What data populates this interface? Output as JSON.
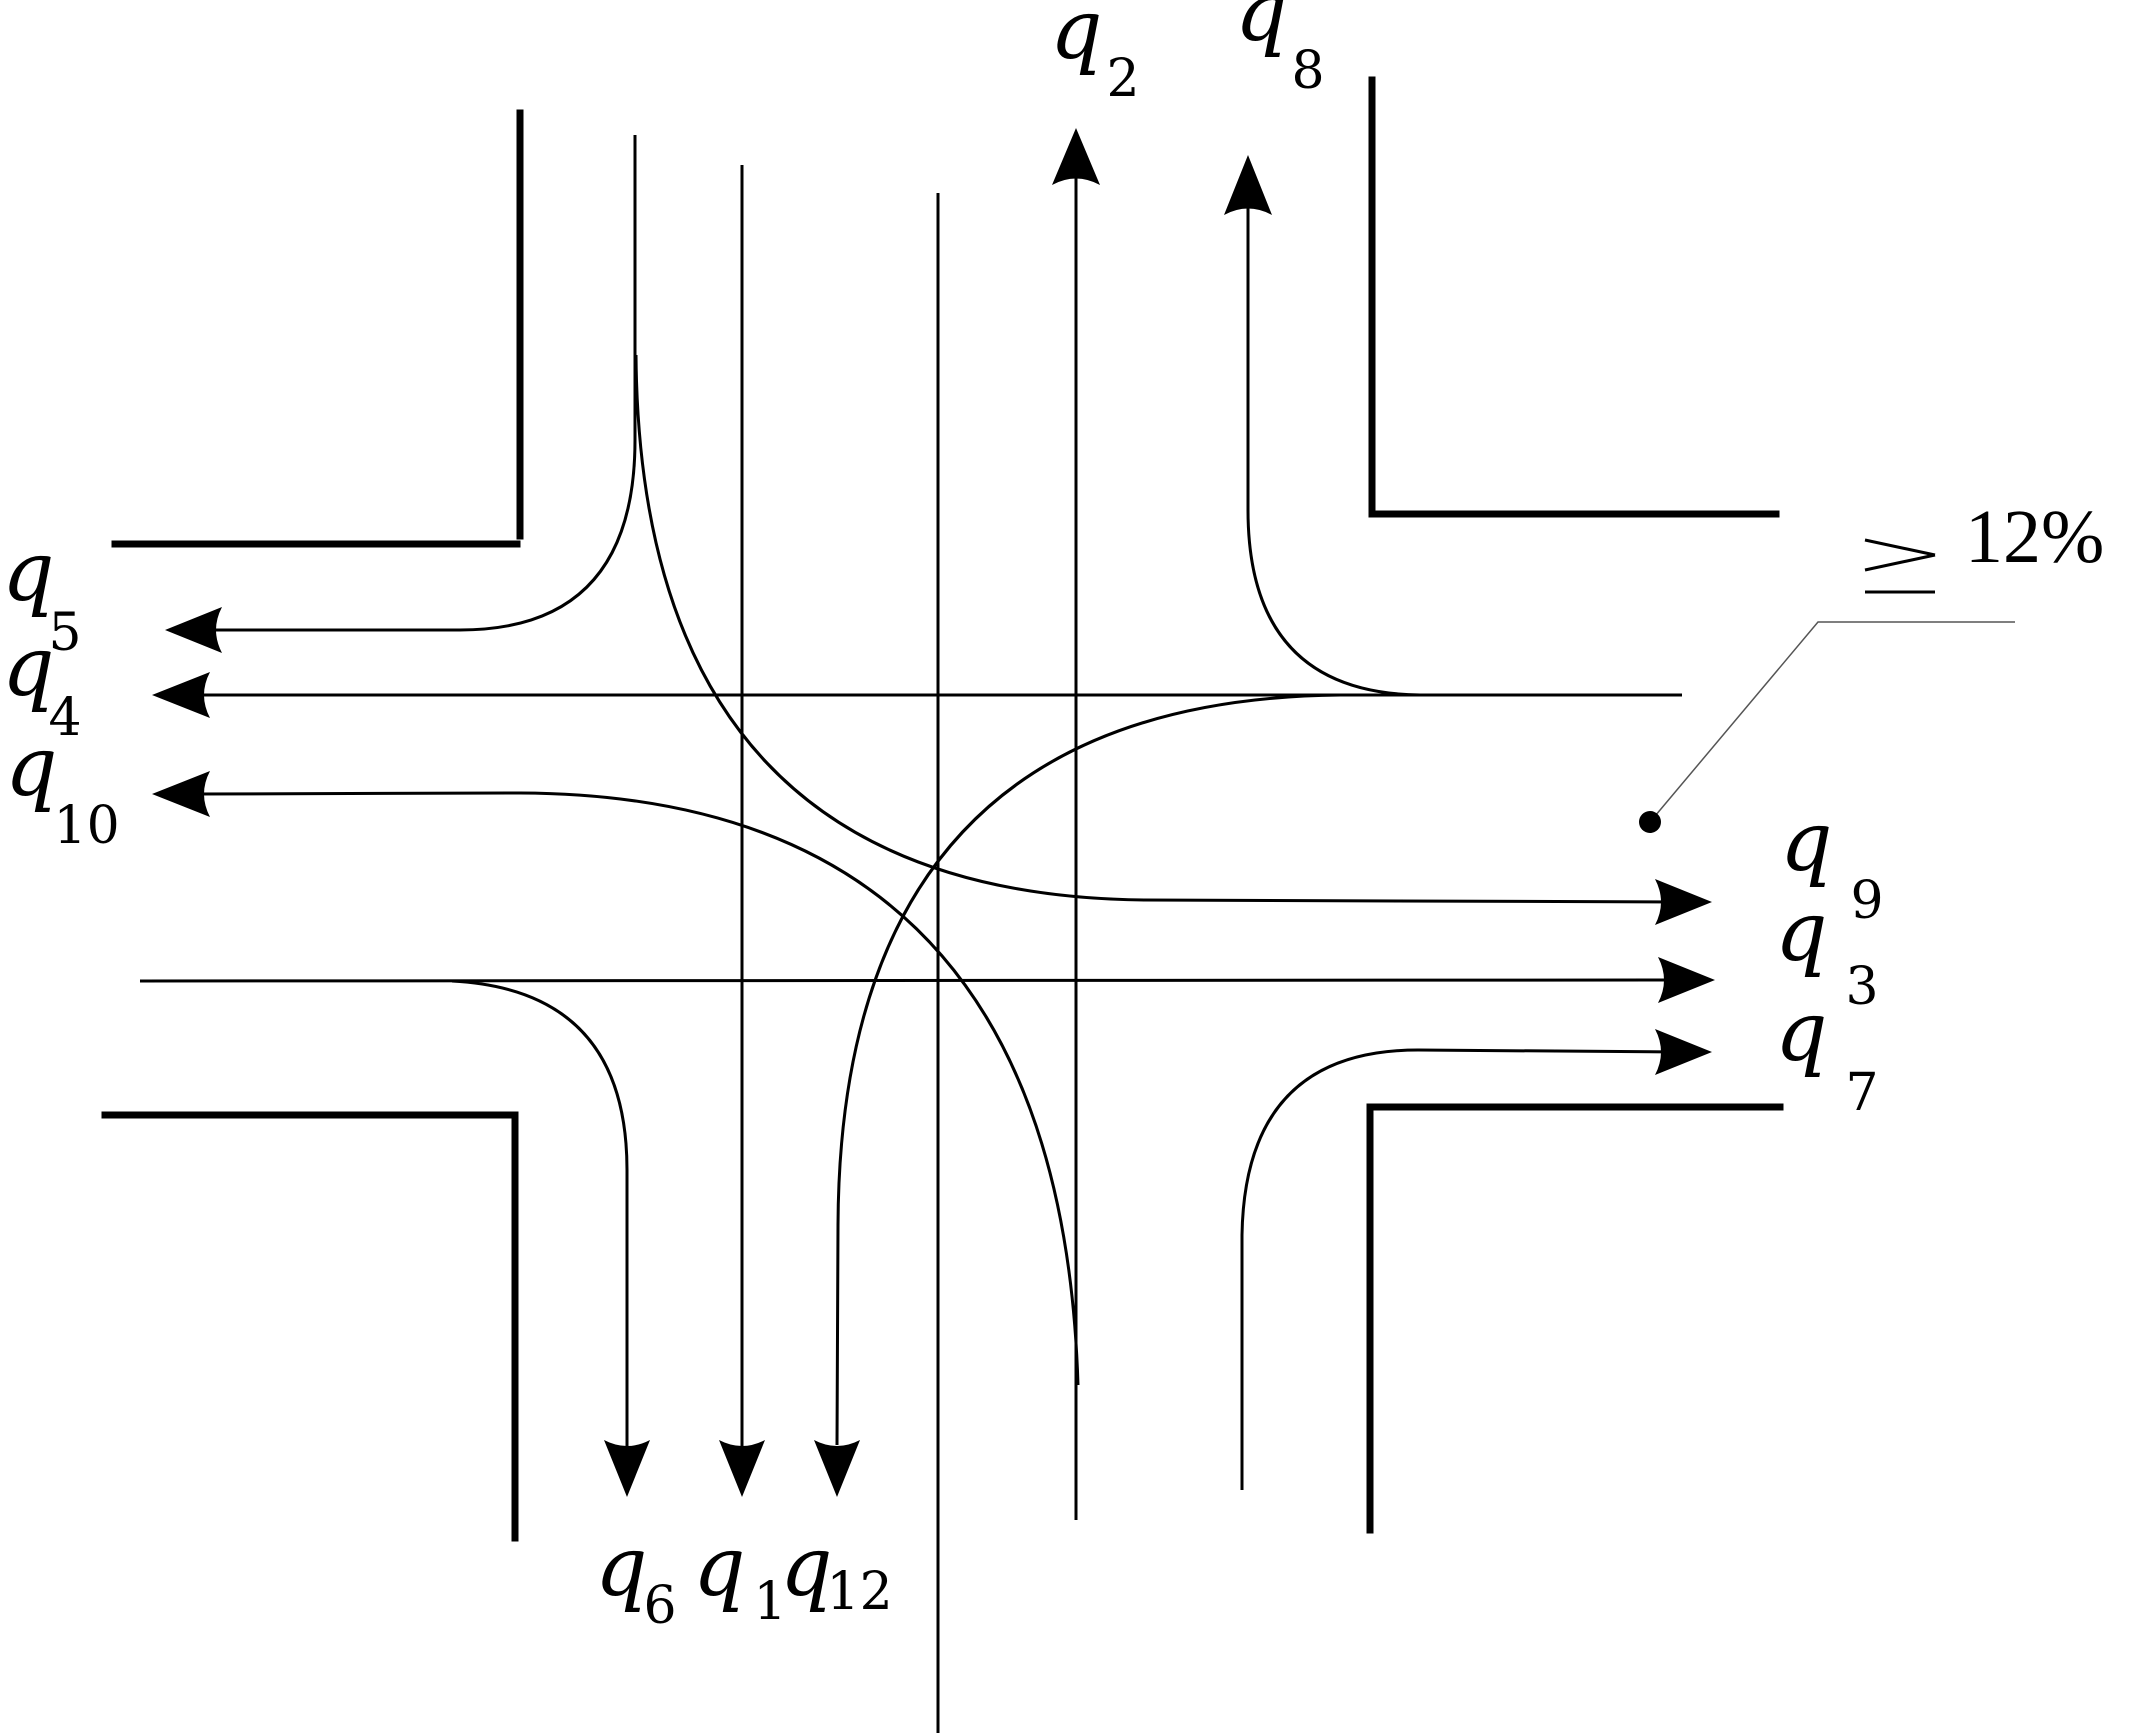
{
  "diagram": {
    "note": "12%",
    "flows": [
      {
        "id": "q1",
        "base": "q",
        "sub": "1"
      },
      {
        "id": "q2",
        "base": "q",
        "sub": "2"
      },
      {
        "id": "q3",
        "base": "q",
        "sub": "3"
      },
      {
        "id": "q4",
        "base": "q",
        "sub": "4"
      },
      {
        "id": "q5",
        "base": "q",
        "sub": "5"
      },
      {
        "id": "q6",
        "base": "q",
        "sub": "6"
      },
      {
        "id": "q7",
        "base": "q",
        "sub": "7"
      },
      {
        "id": "q8",
        "base": "q",
        "sub": "8"
      },
      {
        "id": "q9",
        "base": "q",
        "sub": "9"
      },
      {
        "id": "q10",
        "base": "q",
        "sub": "10"
      },
      {
        "id": "q12",
        "base": "q",
        "sub": "12"
      }
    ]
  }
}
